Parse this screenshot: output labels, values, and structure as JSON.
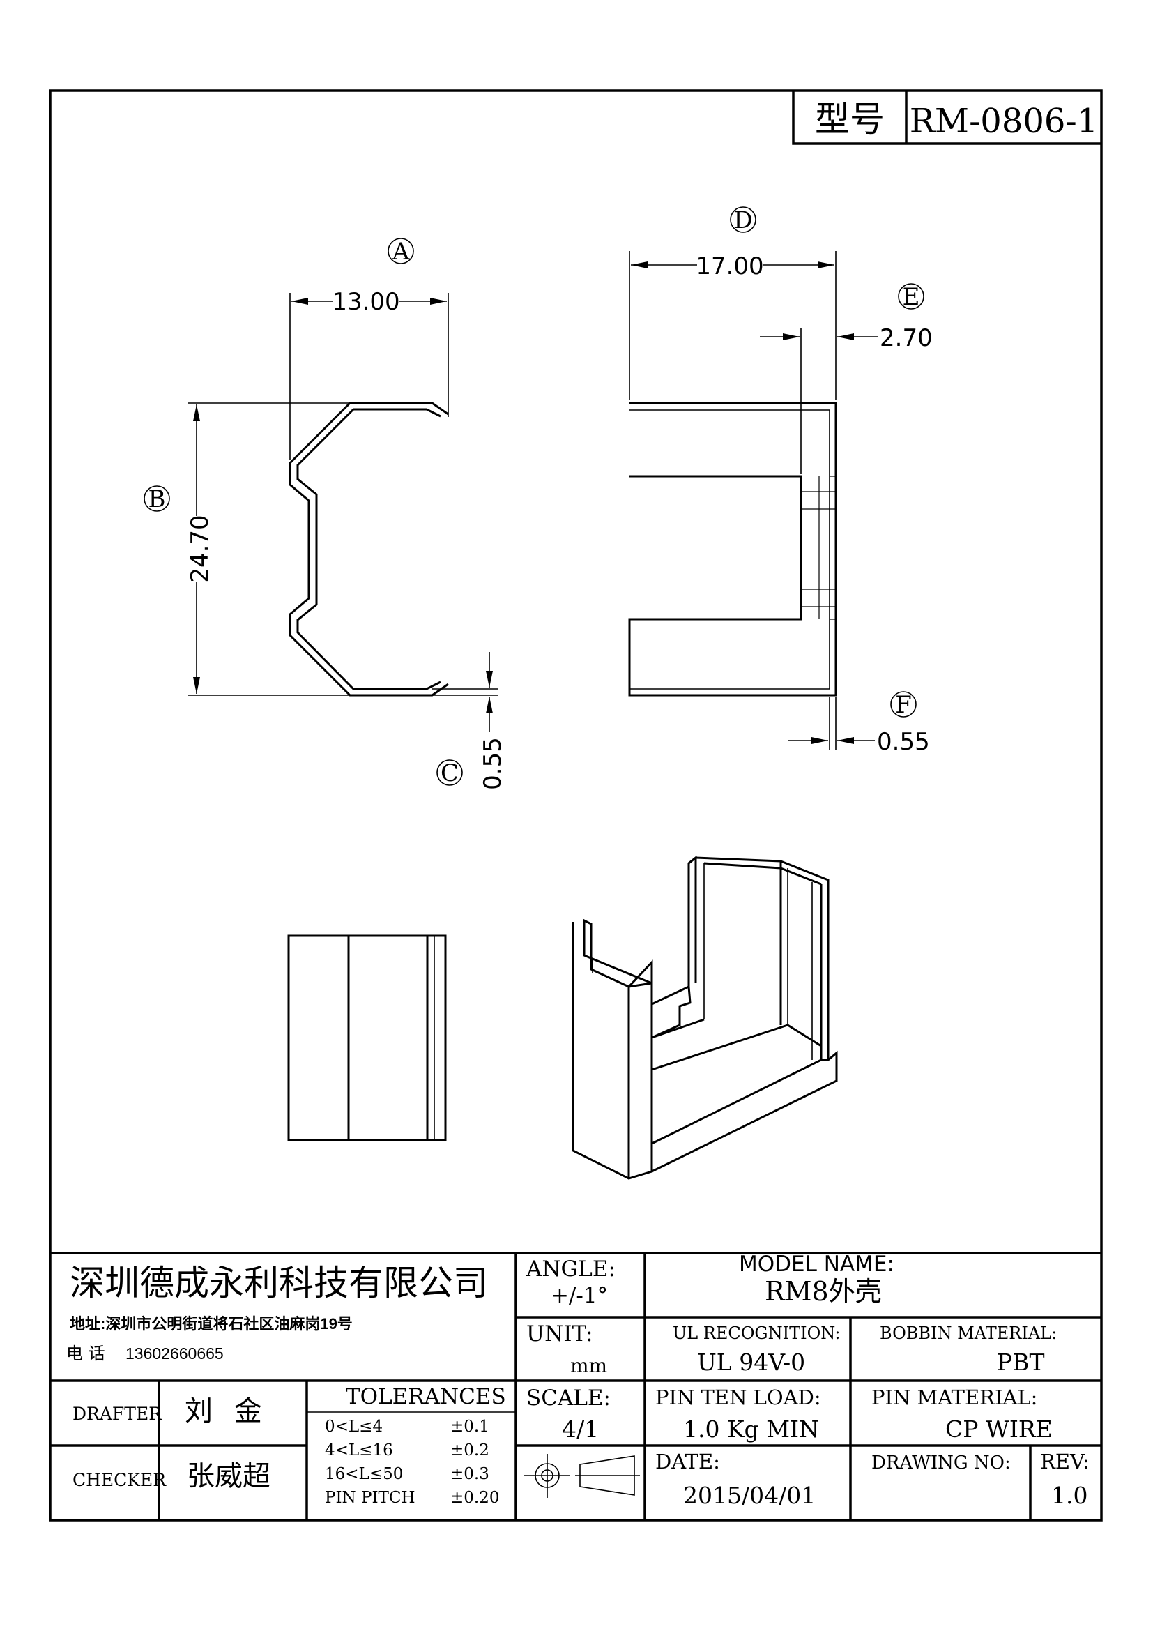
{
  "model_header": {
    "label": "型号",
    "value": "RM-0806-1"
  },
  "views": {
    "circle_a": "A",
    "dim_a": "13.00",
    "circle_b": "B",
    "dim_b": "24.70",
    "circle_c": "C",
    "dim_c": "0.55",
    "circle_d": "D",
    "dim_d": "17.00",
    "circle_e": "E",
    "dim_e": "2.70",
    "circle_f": "F",
    "dim_f": "0.55"
  },
  "title_block": {
    "company": "深圳德成永利科技有限公司",
    "address": "地址:深圳市公明街道将石社区油麻岗19号",
    "phone_label": "电 话",
    "phone": "13602660665",
    "angle_label": "ANGLE:",
    "angle_value": "+/-1°",
    "model_name_label": "MODEL NAME:",
    "model_name_value": "RM8外壳",
    "unit_label": "UNIT:",
    "unit_value": "mm",
    "ul_label": "UL RECOGNITION:",
    "ul_value": "UL 94V-0",
    "bobbin_label": "BOBBIN MATERIAL:",
    "bobbin_value": "PBT",
    "drafter_label": "DRAFTER",
    "drafter_value": "刘 金",
    "checker_label": "CHECKER",
    "checker_value": "张威超",
    "tolerances_label": "TOLERANCES",
    "tolerances": [
      {
        "range": "0<L≤4",
        "tol": "±0.1"
      },
      {
        "range": "4<L≤16",
        "tol": "±0.2"
      },
      {
        "range": "16<L≤50",
        "tol": "±0.3"
      },
      {
        "range": "PIN PITCH",
        "tol": "±0.20"
      }
    ],
    "scale_label": "SCALE:",
    "scale_value": "4/1",
    "pin_load_label": "PIN TEN LOAD:",
    "pin_load_value": "1.0 Kg MIN",
    "pin_material_label": "PIN MATERIAL:",
    "pin_material_value": "CP WIRE",
    "date_label": "DATE:",
    "date_value": "2015/04/01",
    "drawing_no_label": "DRAWING NO:",
    "drawing_no_value": "",
    "rev_label": "REV:",
    "rev_value": "1.0"
  }
}
